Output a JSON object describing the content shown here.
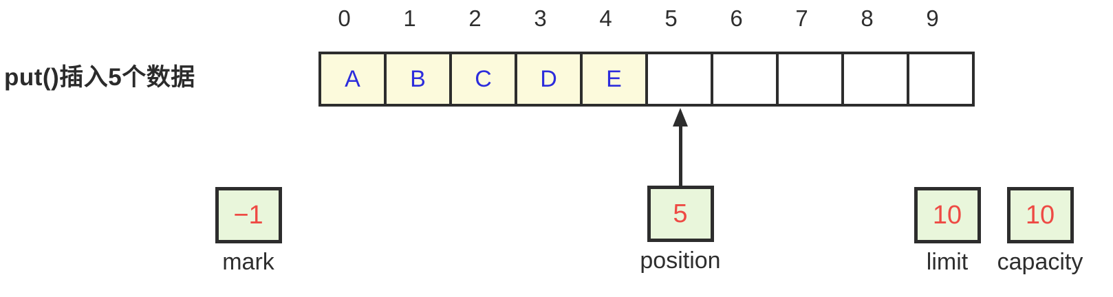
{
  "annotation": {
    "text": "put()插入5个数据"
  },
  "buffer": {
    "indices": [
      "0",
      "1",
      "2",
      "3",
      "4",
      "5",
      "6",
      "7",
      "8",
      "9"
    ],
    "cells": [
      {
        "value": "A"
      },
      {
        "value": "B"
      },
      {
        "value": "C"
      },
      {
        "value": "D"
      },
      {
        "value": "E"
      },
      {
        "value": ""
      },
      {
        "value": ""
      },
      {
        "value": ""
      },
      {
        "value": ""
      },
      {
        "value": ""
      }
    ]
  },
  "pointers": {
    "mark": {
      "value": "−1",
      "label": "mark"
    },
    "position": {
      "value": "5",
      "label": "position"
    },
    "limit": {
      "value": "10",
      "label": "limit"
    },
    "capacity": {
      "value": "10",
      "label": "capacity"
    }
  },
  "colors": {
    "filled_cell_bg": "#fcfadc",
    "empty_cell_bg": "#ffffff",
    "pointer_box_bg": "#e9f6db",
    "pointer_value_text": "#ee4a44",
    "cell_letter_text": "#2c2cdc",
    "border": "#2d2d2d",
    "label_text": "#2e2e2e"
  }
}
